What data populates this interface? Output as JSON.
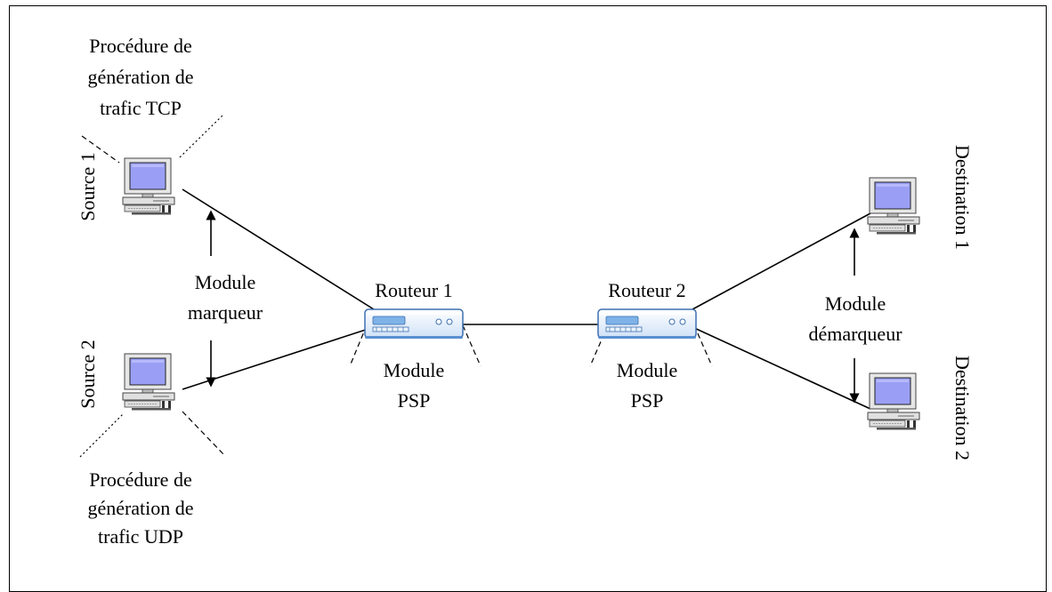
{
  "tcp_procedure": {
    "line1": "Procédure de",
    "line2": "génération de",
    "line3": "trafic TCP"
  },
  "udp_procedure": {
    "line1": "Procédure de",
    "line2": "génération de",
    "line3": "trafic UDP"
  },
  "sources": {
    "source1": "Source 1",
    "source2": "Source 2"
  },
  "destinations": {
    "destination1": "Destination 1",
    "destination2": "Destination 2"
  },
  "marker_module": {
    "line1": "Module",
    "line2": "marqueur"
  },
  "unmarker_module": {
    "line1": "Module",
    "line2": "démarqueur"
  },
  "router1": {
    "label": "Routeur 1",
    "module_line1": "Module",
    "module_line2": "PSP"
  },
  "router2": {
    "label": "Routeur 2",
    "module_line1": "Module",
    "module_line2": "PSP"
  },
  "colors": {
    "screen": "#9a9ff5",
    "router_fill": "#dbe9fb",
    "router_accent": "#5fa9e6"
  }
}
